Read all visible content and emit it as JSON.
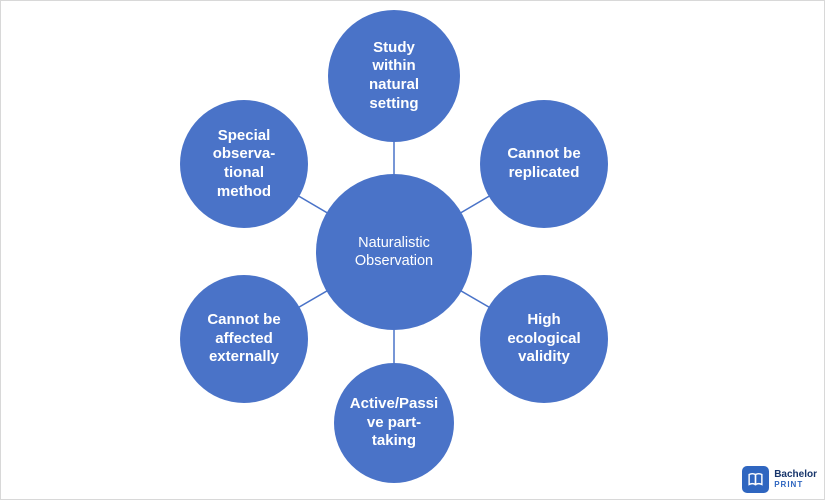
{
  "diagram": {
    "title": "Naturalistic Observation concept map",
    "accent_color": "#4a73c8",
    "connector_color": "#4a73c8",
    "center": {
      "label": "Naturalistic\nObservation"
    },
    "nodes": [
      {
        "id": "top",
        "label": "Study\nwithin\nnatural\nsetting"
      },
      {
        "id": "top-right",
        "label": "Cannot be\nreplicated"
      },
      {
        "id": "bottom-right",
        "label": "High\necological\nvalidity"
      },
      {
        "id": "bottom",
        "label": "Active/Passi\nve part-\ntaking"
      },
      {
        "id": "bottom-left",
        "label": "Cannot be\naffected\nexternally"
      },
      {
        "id": "top-left",
        "label": "Special\nobserva-\ntional\nmethod"
      }
    ]
  },
  "brand": {
    "name": "Bachelor",
    "sub": "PRINT",
    "icon_color": "#2f66c0",
    "text_color": "#17356b"
  }
}
